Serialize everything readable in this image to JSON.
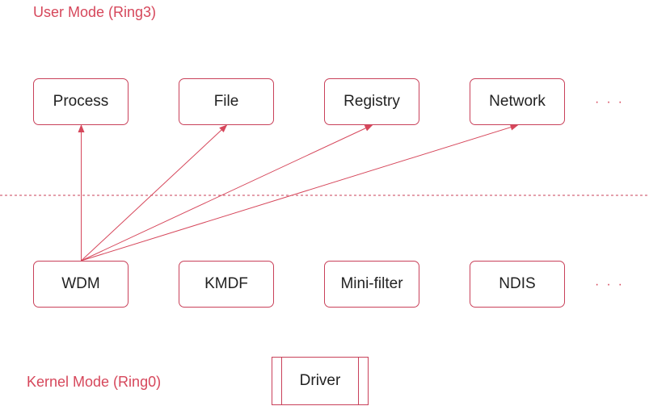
{
  "zones": {
    "user_mode_label": "User Mode (Ring3)",
    "kernel_mode_label": "Kernel Mode (Ring0)"
  },
  "user_mode_boxes": [
    "Process",
    "File",
    "Registry",
    "Network"
  ],
  "kernel_mode_boxes": [
    "WDM",
    "KMDF",
    "Mini-filter",
    "NDIS"
  ],
  "ellipsis": "···",
  "legend": {
    "driver_label": "Driver"
  },
  "arrows": [
    {
      "from": "WDM",
      "to": "Process"
    },
    {
      "from": "WDM",
      "to": "File"
    },
    {
      "from": "WDM",
      "to": "Registry"
    },
    {
      "from": "WDM",
      "to": "Network"
    }
  ],
  "colors": {
    "accent": "#d6475b",
    "box_border": "#c9415a",
    "text": "#222222"
  }
}
